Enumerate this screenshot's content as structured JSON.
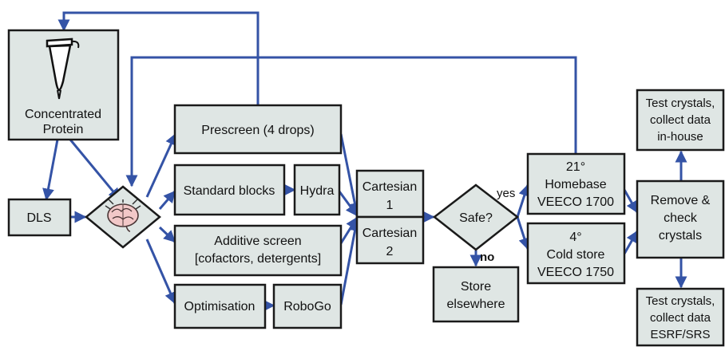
{
  "nodes": {
    "concentrated_protein": [
      "Concentrated",
      "Protein"
    ],
    "dls": "DLS",
    "prescreen": "Prescreen (4 drops)",
    "standard_blocks": "Standard blocks",
    "hydra": "Hydra",
    "additive_screen": [
      "Additive screen",
      "[cofactors, detergents]"
    ],
    "optimisation": "Optimisation",
    "robogo": "RoboGo",
    "cartesian1": [
      "Cartesian",
      "1"
    ],
    "cartesian2": [
      "Cartesian",
      "2"
    ],
    "safe": "Safe?",
    "store_elsewhere": [
      "Store",
      "elsewhere"
    ],
    "homebase": [
      "21°",
      "Homebase",
      "VEECO 1700"
    ],
    "cold_store": [
      "4°",
      "Cold store",
      "VEECO 1750"
    ],
    "remove_check": [
      "Remove &",
      "check",
      "crystals"
    ],
    "test_inhouse": [
      "Test crystals,",
      "collect data",
      "in-house"
    ],
    "test_esrf": [
      "Test crystals,",
      "collect data",
      "ESRF/SRS"
    ]
  },
  "edge_labels": {
    "yes": "yes",
    "no": "no"
  },
  "icons": {
    "tube": "sample-tube-icon",
    "brain": "brain-icon"
  },
  "colors": {
    "box_fill": "#dfe6e4",
    "outline": "#1a1a1a",
    "arrow": "#3453a6"
  }
}
